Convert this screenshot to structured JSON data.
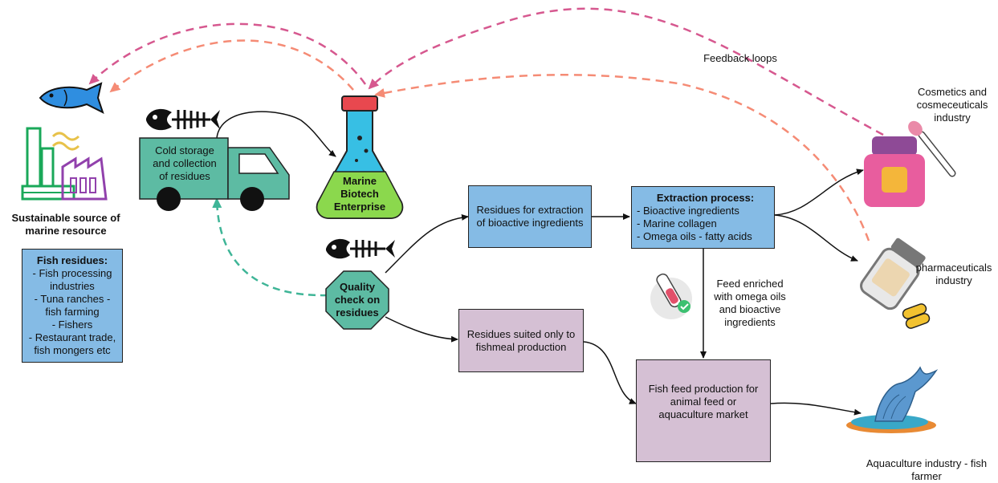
{
  "source": {
    "title_line1": "Sustainable source of",
    "title_line2": "marine resource"
  },
  "fish_residues": {
    "title": "Fish residues:",
    "lines": [
      "- Fish processing",
      "industries",
      "- Tuna ranches -",
      "fish farming",
      "- Fishers",
      "- Restaurant trade,",
      "fish mongers etc"
    ]
  },
  "truck": {
    "lines": [
      "Cold storage",
      "and collection",
      "of residues"
    ]
  },
  "flask": {
    "lines": [
      "Marine",
      "Biotech",
      "Enterprise"
    ]
  },
  "quality": {
    "lines": [
      "Quality",
      "check on",
      "residues"
    ]
  },
  "extraction_residues": {
    "lines": [
      "Residues for extraction",
      "of bioactive ingredients"
    ]
  },
  "extraction_process": {
    "title": "Extraction process:",
    "lines": [
      "- Bioactive ingredients",
      "- Marine collagen",
      "- Omega oils - fatty acids"
    ]
  },
  "fishmeal": {
    "lines": [
      "Residues suited only to",
      "fishmeal production"
    ]
  },
  "feed_production": {
    "lines": [
      "Fish feed production for",
      "animal feed or",
      "aquaculture market"
    ]
  },
  "feed_enriched": {
    "lines": [
      "Feed enriched",
      "with omega oils",
      "and bioactive",
      "ingredients"
    ]
  },
  "feedback": {
    "label": "Feedback loops"
  },
  "cosmetics": {
    "lines": [
      "Cosmetics and",
      "cosmeceuticals",
      "industry"
    ]
  },
  "pharma": {
    "lines": [
      "pharmaceuticals",
      "industry"
    ]
  },
  "aquaculture": {
    "lines": [
      "Aquaculture industry - fish",
      "farmer"
    ]
  },
  "colors": {
    "feedback_pink": "#d6588f",
    "feedback_salmon": "#f58b75",
    "return_teal": "#3fb597",
    "blue_box": "#85bbe5",
    "mauve_box": "#d5c0d4",
    "green": "#5dbba3"
  }
}
